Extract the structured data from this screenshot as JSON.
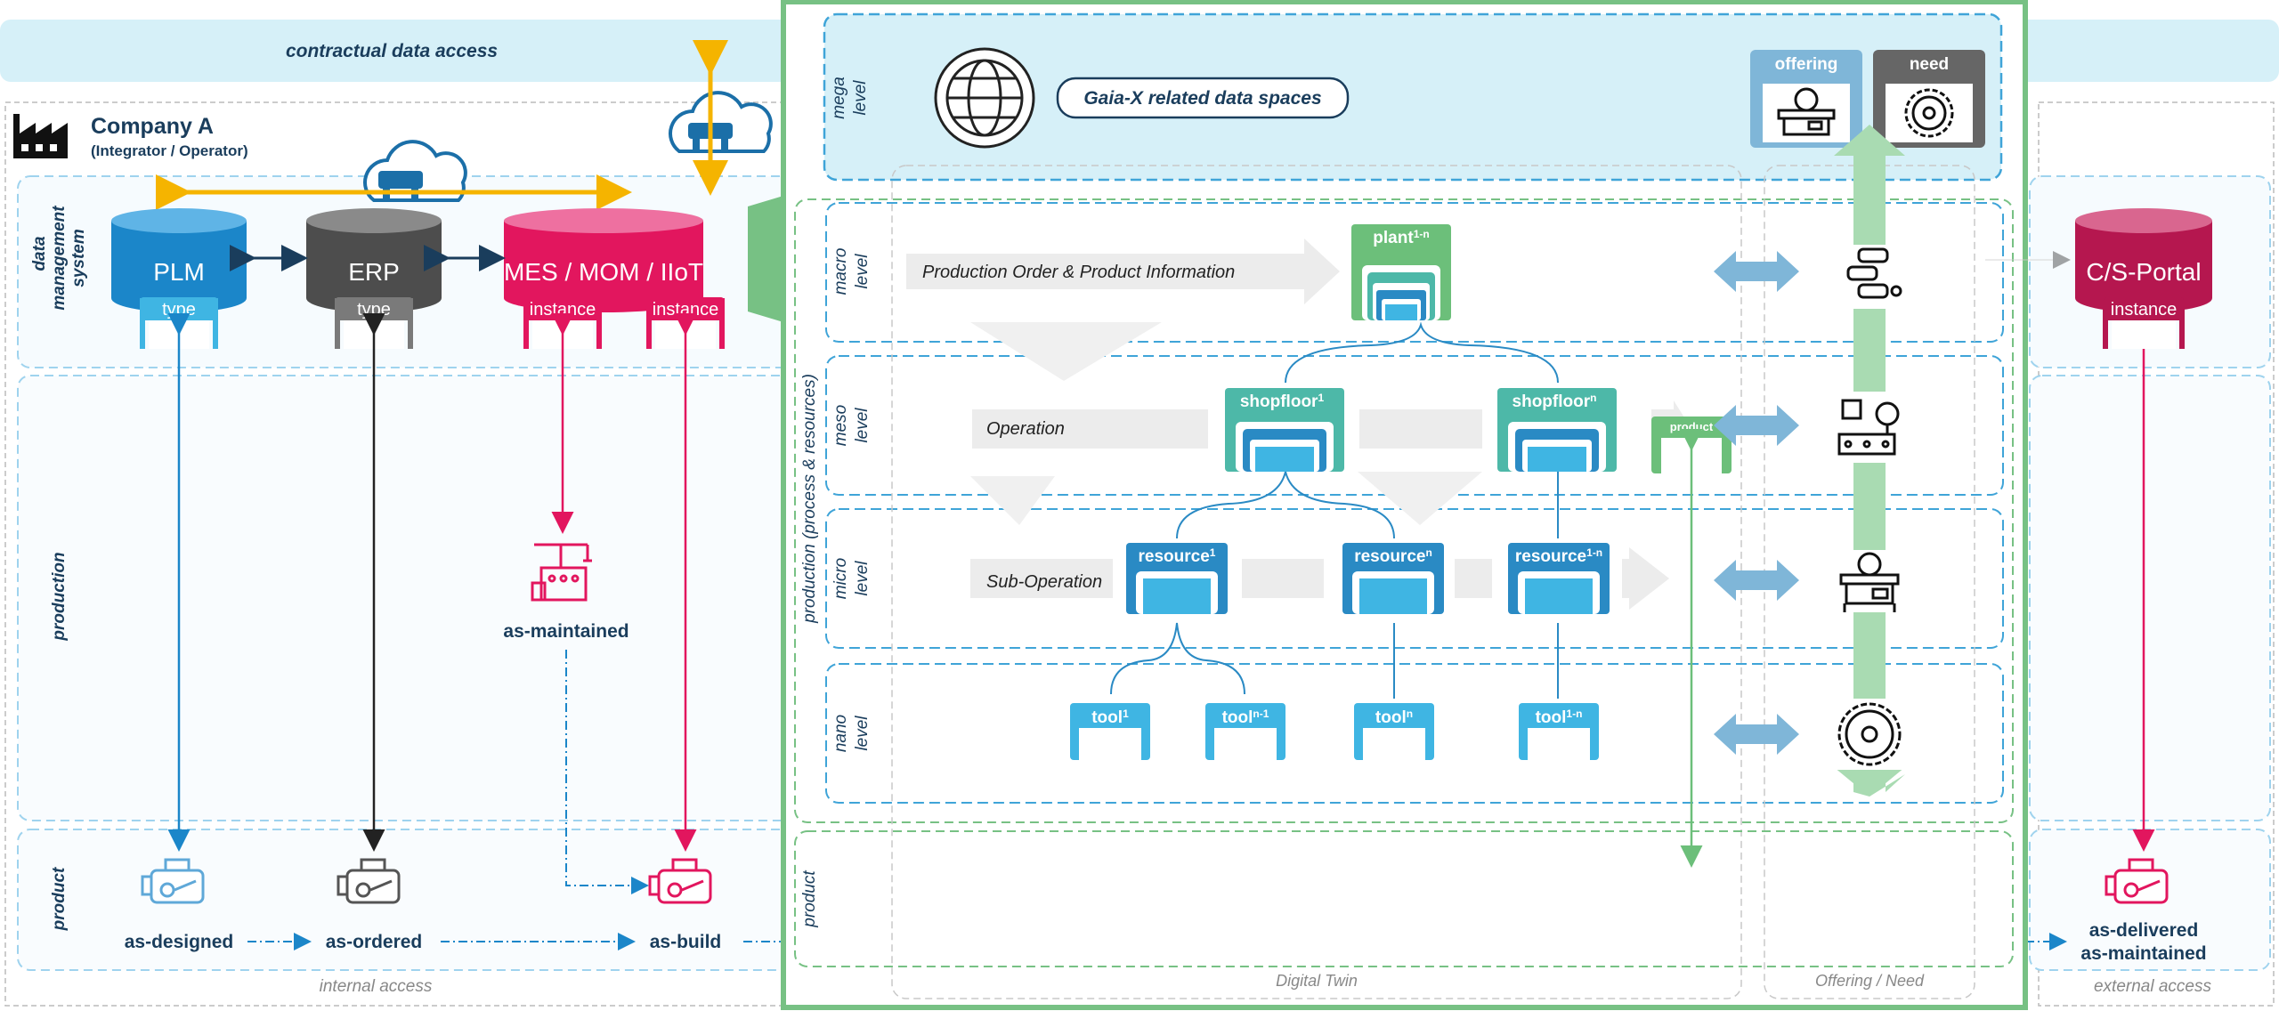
{
  "banner": {
    "contractual": "contractual data access"
  },
  "company": {
    "name": "Company A",
    "role": "(Integrator / Operator)"
  },
  "rows": {
    "dms": "data\nmanagement\nsystem",
    "production": "production",
    "product": "product"
  },
  "systems": {
    "plm": {
      "name": "PLM",
      "tab": "type"
    },
    "erp": {
      "name": "ERP",
      "tab": "type"
    },
    "mes": {
      "name": "MES / MOM / IIoT",
      "tab1": "instance",
      "tab2": "instance"
    },
    "csportal": {
      "name": "C/S-Portal",
      "tab": "instance"
    }
  },
  "lifecycle": {
    "as_maintained": "as-maintained",
    "as_designed": "as-designed",
    "as_ordered": "as-ordered",
    "as_build": "as-build",
    "as_build_dt": "as-build",
    "as_delivered": "as-delivered",
    "as_delivered_maintained": "as-maintained"
  },
  "access": {
    "internal": "internal access",
    "external": "external access",
    "digital_twin": "Digital Twin",
    "offering_need": "Offering / Need"
  },
  "levels": {
    "mega": "mega\nlevel",
    "macro": "macro\nlevel",
    "meso": "meso\nlevel",
    "micro": "micro\nlevel",
    "nano": "nano\nlevel",
    "production_group": "production (process & resources)",
    "product": "product"
  },
  "mega": {
    "gaiax": "Gaia-X related data spaces",
    "offering": "offering",
    "need": "need"
  },
  "flows": {
    "macro": "Production Order & Product Information",
    "meso": "Operation",
    "micro": "Sub-Operation"
  },
  "nodes": {
    "plant": {
      "base": "plant",
      "sup": "1-n"
    },
    "shopfloor1": {
      "base": "shopfloor",
      "sup": "1"
    },
    "shopfloorn": {
      "base": "shopfloor",
      "sup": "n"
    },
    "product": "product",
    "resource1": {
      "base": "resource",
      "sup": "1"
    },
    "resourcen": {
      "base": "resource",
      "sup": "n"
    },
    "resource1n": {
      "base": "resource",
      "sup": "1-n"
    },
    "tool1": {
      "base": "tool",
      "sup": "1"
    },
    "tooln1": {
      "base": "tool",
      "sup": "n-1"
    },
    "tooln": {
      "base": "tool",
      "sup": "n"
    },
    "tool1n": {
      "base": "tool",
      "sup": "1-n"
    }
  },
  "colors": {
    "plm": "#1b86c9",
    "erp": "#4d4d4d",
    "mes": "#e2165e",
    "portal": "#b5174f",
    "green": "#6cbf7a",
    "teal": "#4db8a8",
    "blue": "#2a8ac4",
    "lightblue": "#3fb5e3",
    "navy": "#1a3d5c"
  },
  "icons": [
    "factory-icon",
    "cloud-icon",
    "globe-icon",
    "saw-machine-icon",
    "circular-saw-icon",
    "process-flow-icon",
    "production-line-icon",
    "engine-icon",
    "robot-arm-icon"
  ]
}
